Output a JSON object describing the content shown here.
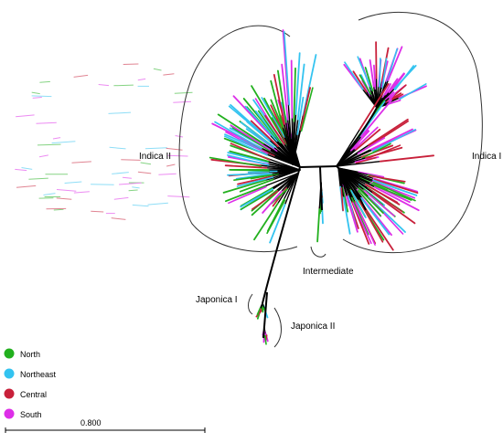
{
  "labels": {
    "indica_1": "Indica I",
    "indica_2": "Indica II",
    "intermediate": "Intermediate",
    "japonica_1": "Japonica I",
    "japonica_2": "Japonica II"
  },
  "legend": [
    {
      "key": "north",
      "label": "North",
      "color": "#22b01e"
    },
    {
      "key": "northeast",
      "label": "Northeast",
      "color": "#33c3f0"
    },
    {
      "key": "central",
      "label": "Central",
      "color": "#c8203a"
    },
    {
      "key": "south",
      "label": "South",
      "color": "#dd2ee8"
    }
  ],
  "scale_bar": {
    "label": "0.800"
  },
  "colors": {
    "trunk": "#000000",
    "north": "#22b01e",
    "northeast": "#33c3f0",
    "central": "#c8203a",
    "south": "#dd2ee8",
    "outline": "#333333"
  }
}
